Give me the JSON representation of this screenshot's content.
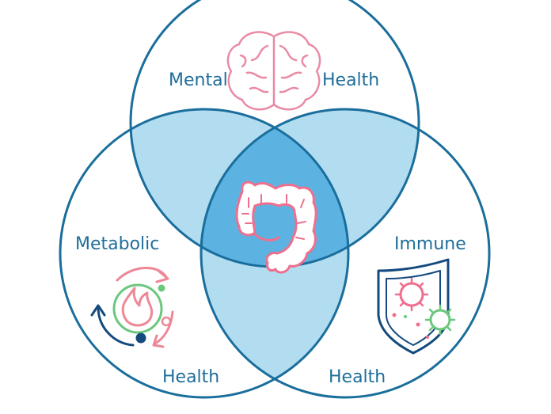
{
  "circles": {
    "mental": {
      "label_left": "Mental",
      "label_right": "Health",
      "icon": "brain-icon"
    },
    "metabolic": {
      "label_top": "Metabolic",
      "label_bottom": "Health",
      "icon": "metabolism-flame-icon"
    },
    "immune": {
      "label_top": "Immune",
      "label_bottom": "Health",
      "icon": "immune-shield-virus-icon"
    }
  },
  "center": {
    "icon": "intestine-icon"
  },
  "colors": {
    "stroke": "#1a6e9c",
    "overlap_pair": "#b2dcf0",
    "overlap_center": "#5cb3e2",
    "text": "#1f6e99",
    "brain": "#e98ba4",
    "gut": "#ef6f8f",
    "flame": "#ef8797",
    "green": "#6bc77c",
    "navy": "#144a7e"
  }
}
